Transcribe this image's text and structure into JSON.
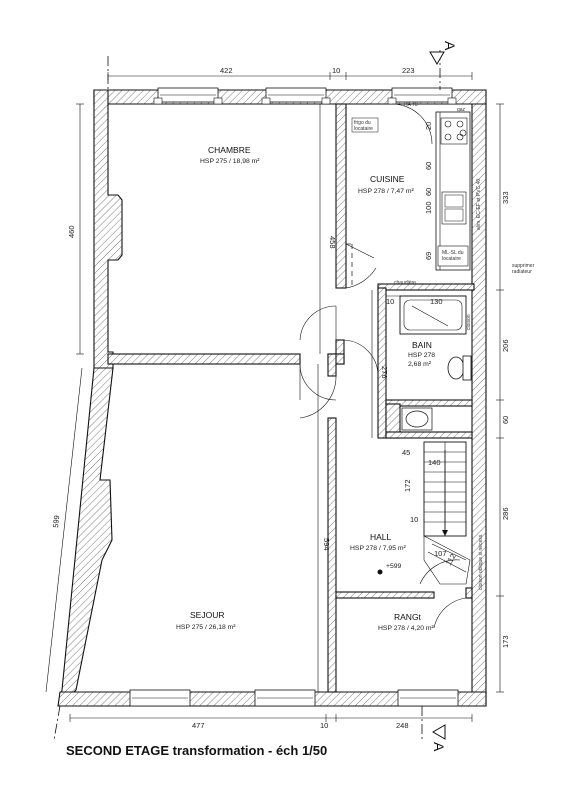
{
  "title": "SECOND ETAGE transformation - éch 1/50",
  "section_marker": "A",
  "rooms": {
    "chambre": {
      "name": "CHAMBRE",
      "info": "HSP 275 / 18,98 m²"
    },
    "cuisine": {
      "name": "CUISINE",
      "info": "HSP 278 / 7,47 m²"
    },
    "bain": {
      "name": "BAIN",
      "hsp": "HSP 278",
      "area": "2,68 m²"
    },
    "hall": {
      "name": "HALL",
      "info": "HSP 278 / 7,95 m²"
    },
    "sejour": {
      "name": "SEJOUR",
      "info": "HSP 275 / 26,18 m²"
    },
    "rangt": {
      "name": "RANGt",
      "info": "HSP 278 / 4,20 m²"
    }
  },
  "dimensions": {
    "top_left": "422",
    "top_mid": "10",
    "top_right": "223",
    "bottom_left": "477",
    "bottom_mid": "10",
    "bottom_right": "248",
    "left_upper": "460",
    "left_lower": "599",
    "chambre_depth": "458",
    "sejour_depth": "594",
    "bath_width": "130",
    "bath_side": "10",
    "bain_depth": "276",
    "right_kitchen": "333",
    "right_bain": "206",
    "right_wc": "60",
    "right_hall": "286",
    "right_rangt": "173",
    "kitchen_1": "20",
    "kitchen_2": "60",
    "kitchen_3": "60",
    "kitchen_4": "100",
    "kitchen_5": "69",
    "stair_45": "45",
    "stair_140": "140",
    "stair_172": "172",
    "stair_10": "10",
    "stair_107": "107",
    "stair_112": "112",
    "hall_level": "+599"
  },
  "notes": {
    "frigo": [
      "frigo du",
      "locataire"
    ],
    "ha": "HA 78",
    "gaz": "gaz",
    "mlsl": [
      "ML-SL du",
      "locataire"
    ],
    "alim": "alim. EC-EF et PVC 40",
    "radiateur": [
      "supprimer",
      "radiateur"
    ],
    "chaudiere": "chaudière",
    "cloison": "cloison",
    "cloison_oblique": "cloison oblique si nécess."
  }
}
